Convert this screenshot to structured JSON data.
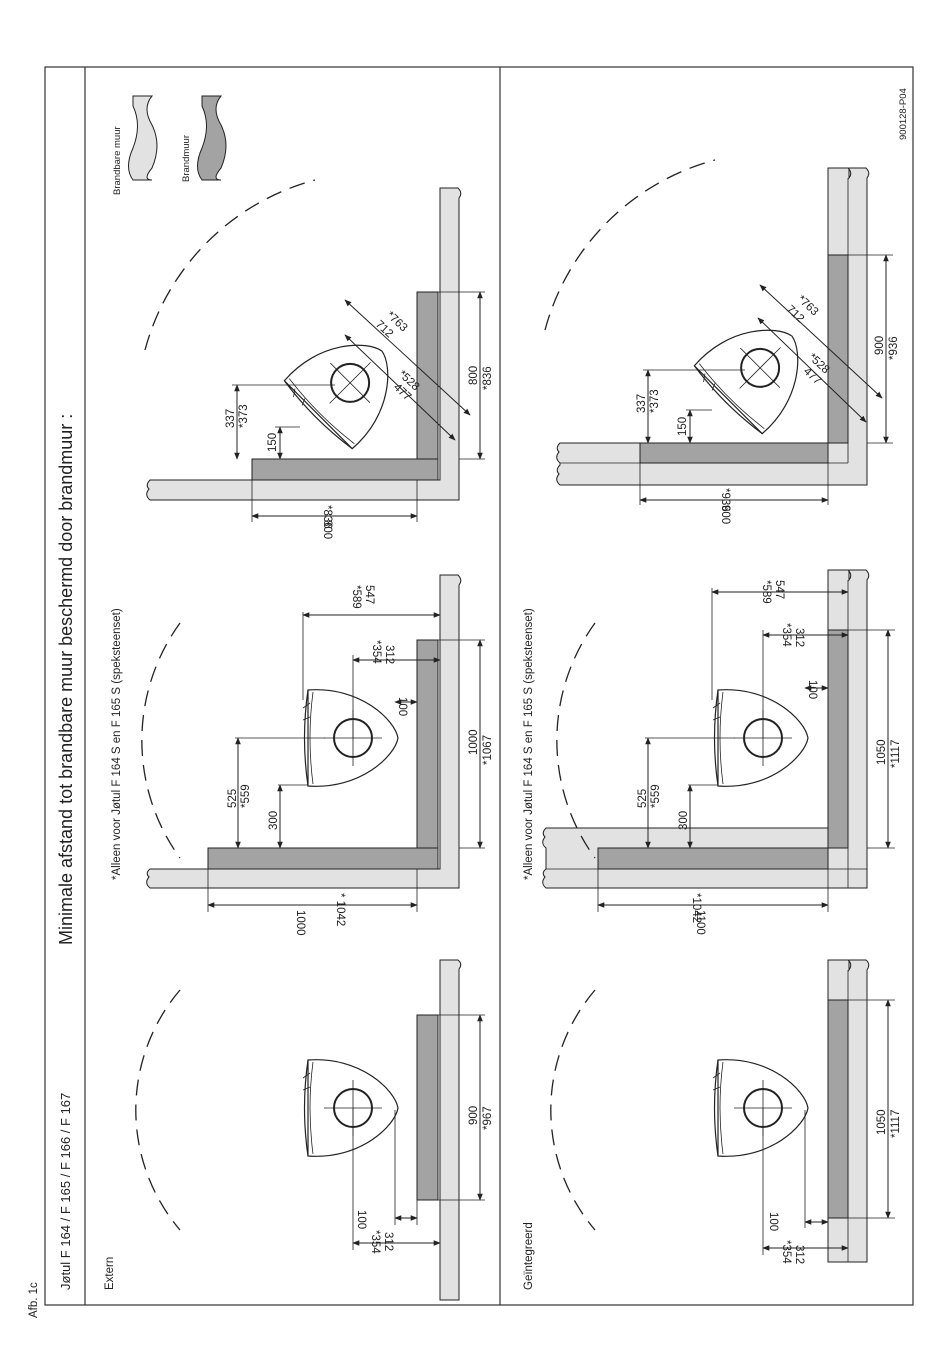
{
  "figure_label": "Afb. 1c",
  "model_line": "Jøtul F 164 / F 165 / F 166 / F 167",
  "main_title": "Minimale afstand tot brandbare muur beschermd door brandmuur :",
  "doc_code": "900128-P04",
  "legend": {
    "combustible_wall": "Brandbare muur",
    "firewall": "Brandmuur"
  },
  "colors": {
    "combustible_wall": "#e2e2e2",
    "firewall": "#a3a3a3",
    "line": "#222222"
  },
  "note": "*Alleen voor Jøtul F 164 S en F 165 S (speksteenset)",
  "sections": {
    "extern": "Extern",
    "integrated": "Geïntegreerd"
  },
  "dimensions": {
    "d900": "900",
    "d967": "*967",
    "d100": "100",
    "d354": "*354",
    "d312": "312",
    "d1000": "1000",
    "d1067": "*1067",
    "d1000b": "1000",
    "d1042": "* 1042",
    "d525": "525",
    "d559": "*559",
    "d300": "300",
    "d547": "547",
    "d589": "*589",
    "d800": "800",
    "d836": "*836",
    "d337": "337",
    "d373": "*373",
    "d150": "150",
    "d712": "712",
    "d763": "*763",
    "d477": "477",
    "d528": "*528",
    "d1050": "1050",
    "d1117": "*1117",
    "d1100": "1100",
    "d1042b": "*1042",
    "d900b": "900",
    "d936": "*936"
  }
}
